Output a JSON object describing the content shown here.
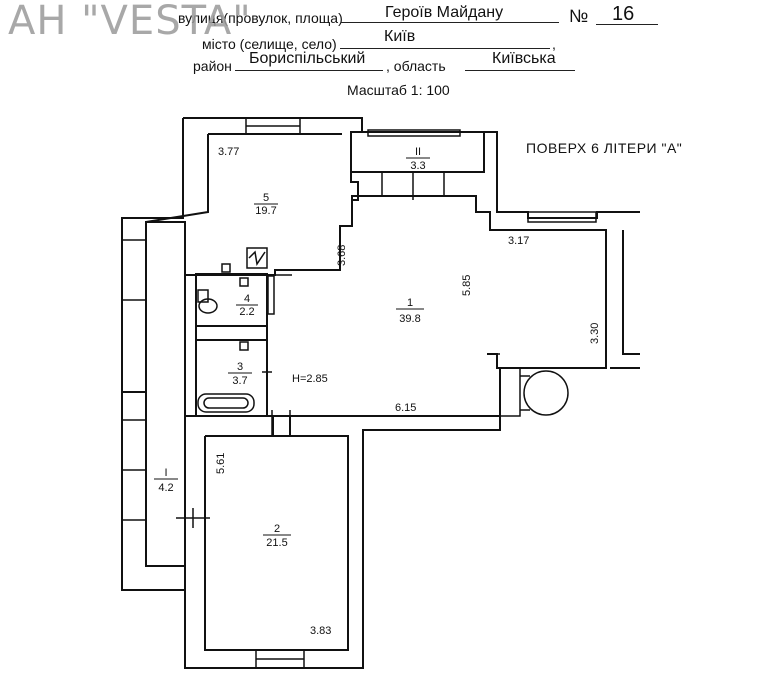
{
  "header": {
    "street_label": "вулиця(провулок, площа)",
    "street_value": "Героїв Майдану",
    "number_label": "№",
    "number_value": "16",
    "city_label": "місто (селище, село)",
    "city_value": "Київ",
    "district_label": "район",
    "district_value": "Бориспільський",
    "region_label": ", область",
    "region_value": "Київська",
    "scale": "Масштаб 1: 100"
  },
  "watermark": "АН \"VESTA\"",
  "floor_title": "ПОВЕРХ  6  ЛІТЕРИ \"А\"",
  "rooms": [
    {
      "id": "5",
      "area": "19.7"
    },
    {
      "id": "II",
      "area": "3.3"
    },
    {
      "id": "4",
      "area": "2.2"
    },
    {
      "id": "1",
      "area": "39.8"
    },
    {
      "id": "3",
      "area": "3.7"
    },
    {
      "id": "I",
      "area": "4.2"
    },
    {
      "id": "2",
      "area": "21.5"
    }
  ],
  "dimensions": {
    "d377": "3.77",
    "d368": "3.68",
    "d317": "3.17",
    "d585": "5.85",
    "d330": "3.30",
    "d615": "6.15",
    "d561": "5.61",
    "d383": "3.83",
    "height": "H=2.85"
  }
}
